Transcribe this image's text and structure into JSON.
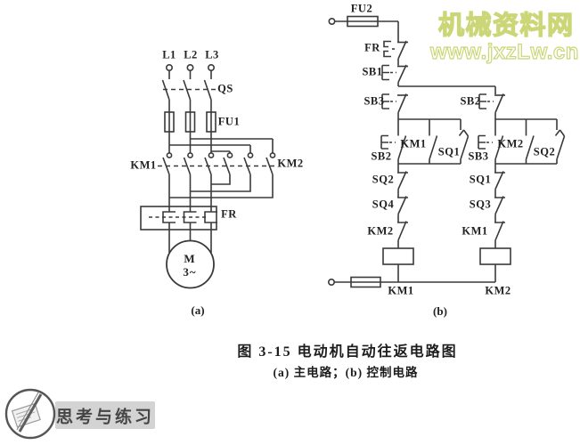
{
  "watermark": {
    "line1": "机械资料网",
    "line2": "www.jxzLw.cn",
    "color": "#cbd677"
  },
  "caption": {
    "title": "图 3-15  电动机自动往返电路图",
    "subtitle": "(a) 主电路；(b) 控制电路"
  },
  "footer": {
    "badge": "思考与练习"
  },
  "main_circuit": {
    "phases": [
      "L1",
      "L2",
      "L3"
    ],
    "switch": "QS",
    "fuse": "FU1",
    "contactor_left": "KM1",
    "contactor_right": "KM2",
    "thermal_relay": "FR",
    "motor_letter": "M",
    "motor_phase": "3~",
    "sub_label": "(a)"
  },
  "control_circuit": {
    "fuse_top": "FU2",
    "thermal_contact": "FR",
    "stop_button": "SB1",
    "left_stop": "SB3",
    "right_stop": "SB2",
    "left_group": {
      "button": "SB2",
      "selfhold": "KM1",
      "limit": "SQ1"
    },
    "right_group": {
      "button": "SB3",
      "selfhold": "KM2",
      "limit": "SQ2"
    },
    "left_series": [
      "SQ2",
      "SQ4",
      "KM2"
    ],
    "right_series": [
      "SQ1",
      "SQ3",
      "KM1"
    ],
    "left_coil": "KM1",
    "right_coil": "KM2",
    "sub_label": "(b)"
  },
  "colors": {
    "line": "#3a3a3a",
    "banner_bg": "#c8c8c8"
  }
}
